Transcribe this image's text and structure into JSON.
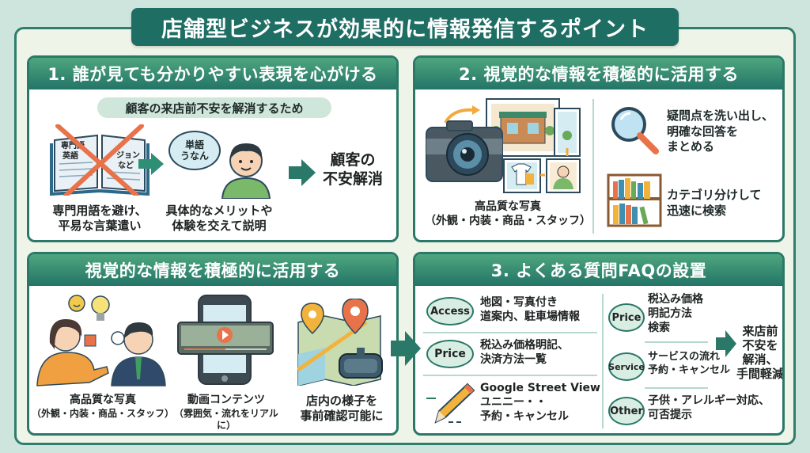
{
  "title": "店舗型ビジネスが効果的に情報発信するポイント",
  "colors": {
    "background": "#cde5dc",
    "frame": "#eef4e8",
    "accent_dark": "#1f6e64",
    "header_gradient_top": "#4ea67e",
    "header_gradient_bottom": "#237467",
    "orange": "#e8734a",
    "yellow": "#f2b33d"
  },
  "panel1": {
    "header": "1. 誰が見ても分かりやすい表現を心がける",
    "subtitle": "顧客の来店前不安を解消するため",
    "book_text": [
      "専門語",
      "英語",
      "ジョン",
      "など"
    ],
    "book_caption": [
      "専門用語を避け、",
      "平易な言葉遣い"
    ],
    "bubble_text": [
      "単語",
      "うなん"
    ],
    "person_caption": [
      "具体的なメリットや",
      "体験を交えて説明"
    ],
    "result": [
      "顧客の",
      "不安解消"
    ],
    "icons": [
      "crossed-book-icon",
      "arrow-right-icon",
      "speech-bubble-icon",
      "person-icon",
      "arrow-right-icon"
    ]
  },
  "panel2": {
    "header": "2. 視覚的な情報を積極的に活用する",
    "photo_caption": [
      "高品質な写真",
      "（外観・内装・商品・スタッフ）"
    ],
    "items": [
      {
        "icon": "magnifier-icon",
        "text": [
          "疑問点を洗い出し、",
          "明確な回答を",
          "まとめる"
        ]
      },
      {
        "icon": "bookshelf-icon",
        "text": [
          "カテゴリ分けして",
          "迅速に検索"
        ]
      }
    ]
  },
  "panel3": {
    "header": "視覚的な情報を積極的に活用する",
    "items": [
      {
        "icon": "consultation-icon",
        "caption": [
          "高品質な写真",
          "（外観・内装・商品・スタッフ）"
        ]
      },
      {
        "icon": "video-phone-icon",
        "caption": [
          "動画コンテンツ",
          "（雰囲気・流れをリアルに）"
        ]
      },
      {
        "icon": "map-vr-icon",
        "caption": [
          "店内の様子を",
          "事前確認可能に"
        ]
      }
    ]
  },
  "panel4": {
    "header": "3. よくある質問FAQの設置",
    "left": [
      {
        "tag": "Access",
        "text": [
          "地図・写真付き",
          "道案内、駐車場情報"
        ]
      },
      {
        "tag": "Price",
        "text": [
          "税込み価格明記、",
          "決済方法一覧"
        ]
      },
      {
        "tag": "pencil-icon",
        "text": [
          "Google Street View",
          "ユニニー・・",
          "予約・キャンセル"
        ]
      }
    ],
    "right": [
      {
        "tag": "Price",
        "text": [
          "税込み価格",
          "明記方法",
          "検索"
        ]
      },
      {
        "tag": "Service",
        "text": [
          "サービスの流れ",
          "予約・キャンセル"
        ]
      },
      {
        "tag": "Other",
        "text": [
          "子供・アレルギー対応、",
          "可否提示"
        ]
      }
    ],
    "result": [
      "来店前",
      "不安を",
      "解消、",
      "手間軽減"
    ]
  }
}
